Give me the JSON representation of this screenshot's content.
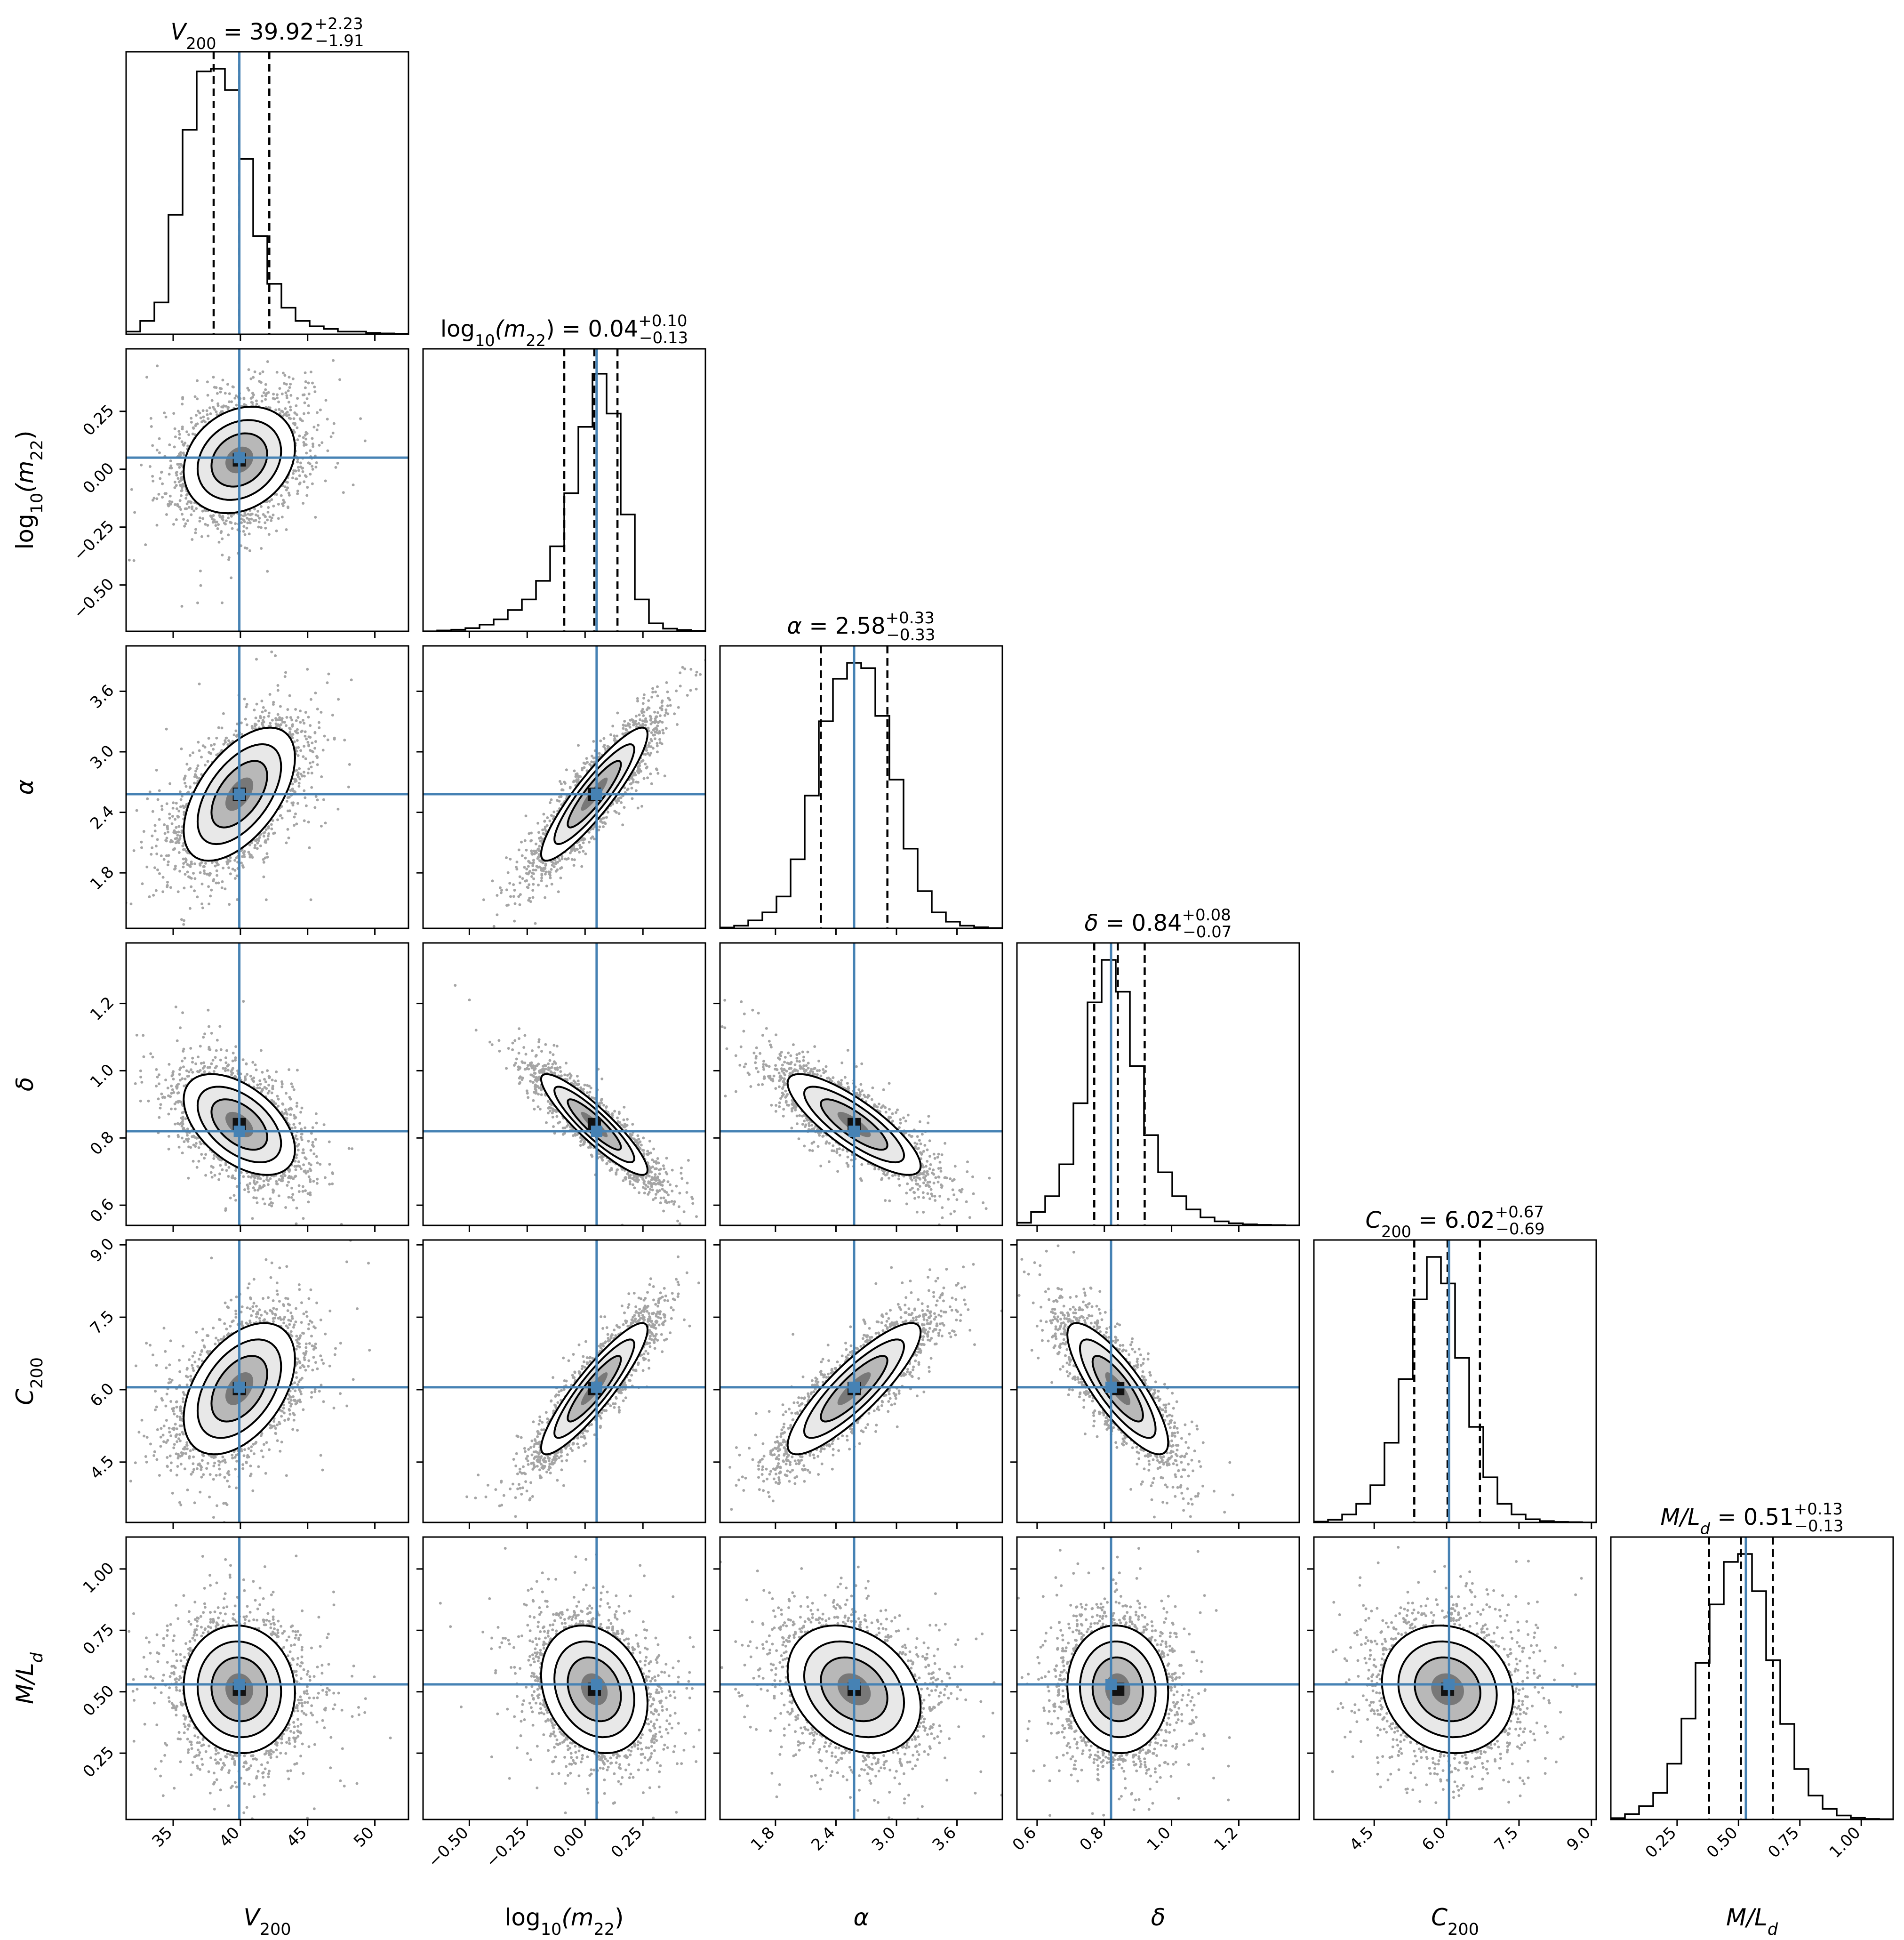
{
  "chart_data": {
    "type": "corner",
    "truth_color": "#4682b4",
    "parameters": [
      {
        "key": "V200",
        "label": "V200",
        "sym": "V",
        "sub": "200",
        "median": 39.92,
        "err_plus": 2.23,
        "err_minus": 1.91,
        "truth": 39.92,
        "range": [
          31.5,
          52.5
        ],
        "ticks": [
          35,
          40,
          45,
          50
        ],
        "tick_labels": [
          "35",
          "40",
          "45",
          "50"
        ],
        "title": {
          "name": "V",
          "sub": "200",
          "value": "39.92",
          "plus": "+2.23",
          "minus": "−1.91"
        },
        "hist": [
          0.01,
          0.05,
          0.12,
          0.45,
          0.77,
          0.99,
          1.0,
          0.92,
          0.66,
          0.37,
          0.19,
          0.1,
          0.05,
          0.03,
          0.02,
          0.01,
          0.01,
          0.005,
          0.003,
          0.002
        ]
      },
      {
        "key": "log10_m22",
        "label": "log10(m22)",
        "sym": "log10",
        "sub": "m22",
        "median": 0.04,
        "err_plus": 0.1,
        "err_minus": 0.13,
        "truth": 0.05,
        "range": [
          -0.7,
          0.52
        ],
        "ticks": [
          -0.5,
          -0.25,
          0.0,
          0.25
        ],
        "tick_labels": [
          "−0.50",
          "−0.25",
          "0.00",
          "0.25"
        ],
        "title": {
          "name": "log10(m22)",
          "value": "0.04",
          "plus": "+0.10",
          "minus": "−0.13"
        },
        "hist": [
          0.0,
          0.003,
          0.006,
          0.012,
          0.025,
          0.045,
          0.08,
          0.12,
          0.19,
          0.32,
          0.52,
          0.77,
          0.97,
          0.82,
          0.44,
          0.12,
          0.03,
          0.01,
          0.005,
          0.002
        ]
      },
      {
        "key": "alpha",
        "label": "α",
        "sym": "α",
        "sub": "",
        "median": 2.58,
        "err_plus": 0.33,
        "err_minus": 0.33,
        "truth": 2.58,
        "range": [
          1.25,
          4.05
        ],
        "ticks": [
          1.8,
          2.4,
          3.0,
          3.6
        ],
        "tick_labels": [
          "1.8",
          "2.4",
          "3.0",
          "3.6"
        ],
        "title": {
          "name": "α",
          "value": "2.58",
          "plus": "+0.33",
          "minus": "−0.33"
        },
        "hist": [
          0.003,
          0.01,
          0.03,
          0.06,
          0.12,
          0.26,
          0.5,
          0.78,
          0.94,
          1.0,
          0.98,
          0.8,
          0.56,
          0.3,
          0.14,
          0.06,
          0.025,
          0.01,
          0.004,
          0.001
        ]
      },
      {
        "key": "delta",
        "label": "δ",
        "sym": "δ",
        "sub": "",
        "median": 0.84,
        "err_plus": 0.08,
        "err_minus": 0.07,
        "truth": 0.82,
        "range": [
          0.54,
          1.38
        ],
        "ticks": [
          0.6,
          0.8,
          1.0,
          1.2
        ],
        "tick_labels": [
          "0.6",
          "0.8",
          "1.0",
          "1.2"
        ],
        "title": {
          "name": "δ",
          "value": "0.84",
          "plus": "+0.08",
          "minus": "−0.07"
        },
        "hist": [
          0.01,
          0.05,
          0.11,
          0.23,
          0.46,
          0.84,
          1.0,
          0.88,
          0.6,
          0.34,
          0.2,
          0.11,
          0.06,
          0.03,
          0.015,
          0.008,
          0.004,
          0.002,
          0.001,
          0.0
        ]
      },
      {
        "key": "C200",
        "label": "C200",
        "sym": "C",
        "sub": "200",
        "median": 6.02,
        "err_plus": 0.67,
        "err_minus": 0.69,
        "truth": 6.05,
        "range": [
          3.25,
          9.1
        ],
        "ticks": [
          4.5,
          6.0,
          7.5,
          9.0
        ],
        "tick_labels": [
          "4.5",
          "6.0",
          "7.5",
          "9.0"
        ],
        "title": {
          "name": "C",
          "sub": "200",
          "value": "6.02",
          "plus": "+0.67",
          "minus": "−0.69"
        },
        "hist": [
          0.003,
          0.01,
          0.03,
          0.07,
          0.14,
          0.3,
          0.54,
          0.84,
          1.0,
          0.9,
          0.62,
          0.36,
          0.17,
          0.07,
          0.03,
          0.012,
          0.005,
          0.002,
          0.001,
          0.0
        ]
      },
      {
        "key": "ML_d",
        "label": "M/Ld",
        "sym": "M/L",
        "sub": "d",
        "median": 0.51,
        "err_plus": 0.13,
        "err_minus": 0.13,
        "truth": 0.53,
        "range": [
          -0.02,
          1.13
        ],
        "ticks": [
          0.25,
          0.5,
          0.75,
          1.0
        ],
        "tick_labels": [
          "0.25",
          "0.50",
          "0.75",
          "1.00"
        ],
        "title": {
          "name": "M/L",
          "sub": "d",
          "value": "0.51",
          "plus": "+0.13",
          "minus": "−0.13"
        },
        "hist": [
          0.005,
          0.02,
          0.05,
          0.1,
          0.21,
          0.38,
          0.59,
          0.81,
          0.97,
          1.0,
          0.86,
          0.6,
          0.36,
          0.19,
          0.09,
          0.04,
          0.015,
          0.006,
          0.002,
          0.001
        ]
      }
    ],
    "correlations": {
      "1_0": 0.22,
      "2_0": 0.55,
      "2_1": 0.9,
      "3_0": -0.5,
      "3_1": -0.9,
      "3_2": -0.82,
      "4_0": 0.45,
      "4_1": 0.9,
      "4_2": 0.86,
      "4_3": -0.82,
      "5_0": -0.05,
      "5_1": -0.22,
      "5_2": -0.28,
      "5_3": -0.05,
      "5_4": -0.12
    },
    "contour_levels": 3,
    "quantile_lines": [
      "16%",
      "50%",
      "84%"
    ]
  }
}
